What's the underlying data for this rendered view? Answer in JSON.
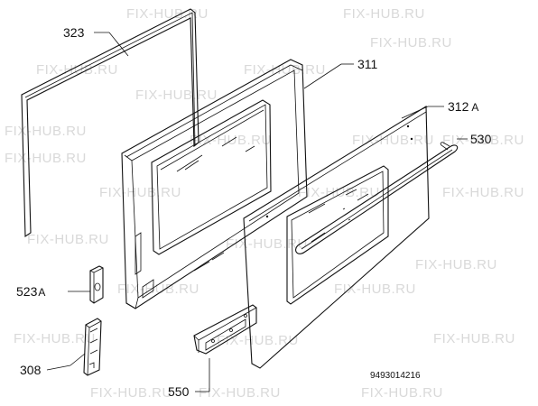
{
  "diagram": {
    "watermark_text": "FIX-HUB.RU",
    "labels": {
      "seal": "323",
      "inner_frame": "311",
      "outer_glass": "312",
      "outer_glass_suffix": "A",
      "handle": "530",
      "hinge_bracket": "523",
      "hinge_bracket_suffix": "A",
      "hinge": "308",
      "bottom_strip": "550"
    },
    "drawing_code": "9493014216"
  }
}
